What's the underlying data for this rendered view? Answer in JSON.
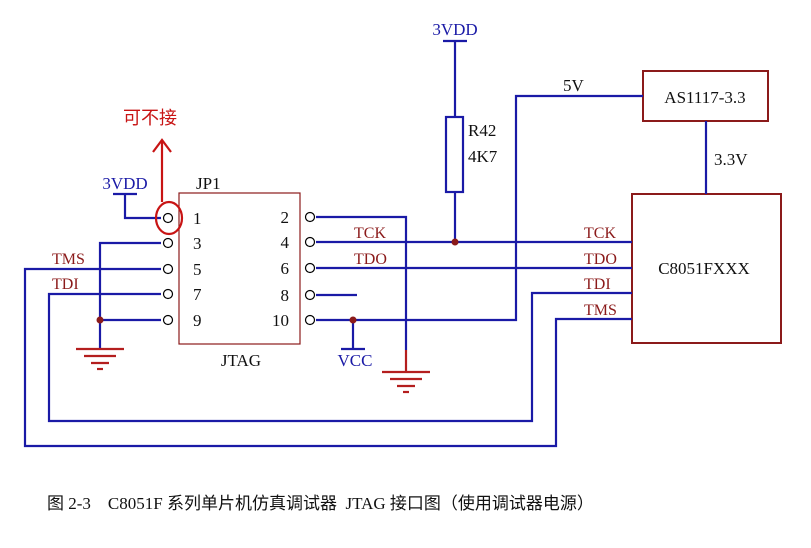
{
  "power": {
    "top_rail": "3VDD",
    "pin1_rail": "3VDD",
    "supply_5v": "5V",
    "supply_3v3": "3.3V",
    "vcc": "VCC"
  },
  "resistor": {
    "ref": "R42",
    "value": "4K7"
  },
  "jtag": {
    "ref": "JP1",
    "name": "JTAG",
    "note": "可不接"
  },
  "pins": {
    "p1": "1",
    "p2": "2",
    "p3": "3",
    "p4": "4",
    "p5": "5",
    "p6": "6",
    "p7": "7",
    "p8": "8",
    "p9": "9",
    "p10": "10"
  },
  "regulator": {
    "name": "AS1117-3.3"
  },
  "mcu": {
    "name": "C8051FXXX"
  },
  "nets": {
    "left_tms": "TMS",
    "left_tdi": "TDI",
    "mid_tck": "TCK",
    "mid_tdo": "TDO",
    "mcu_tck": "TCK",
    "mcu_tdo": "TDO",
    "mcu_tdi": "TDI",
    "mcu_tms": "TMS"
  },
  "caption": "图 2-3    C8051F 系列单片机仿真调试器  JTAG 接口图（使用调试器电源）",
  "colors": {
    "wire": "#1a1aa6",
    "ground": "#b41e1e",
    "box": "#8b1a1a",
    "note": "#c81414"
  }
}
